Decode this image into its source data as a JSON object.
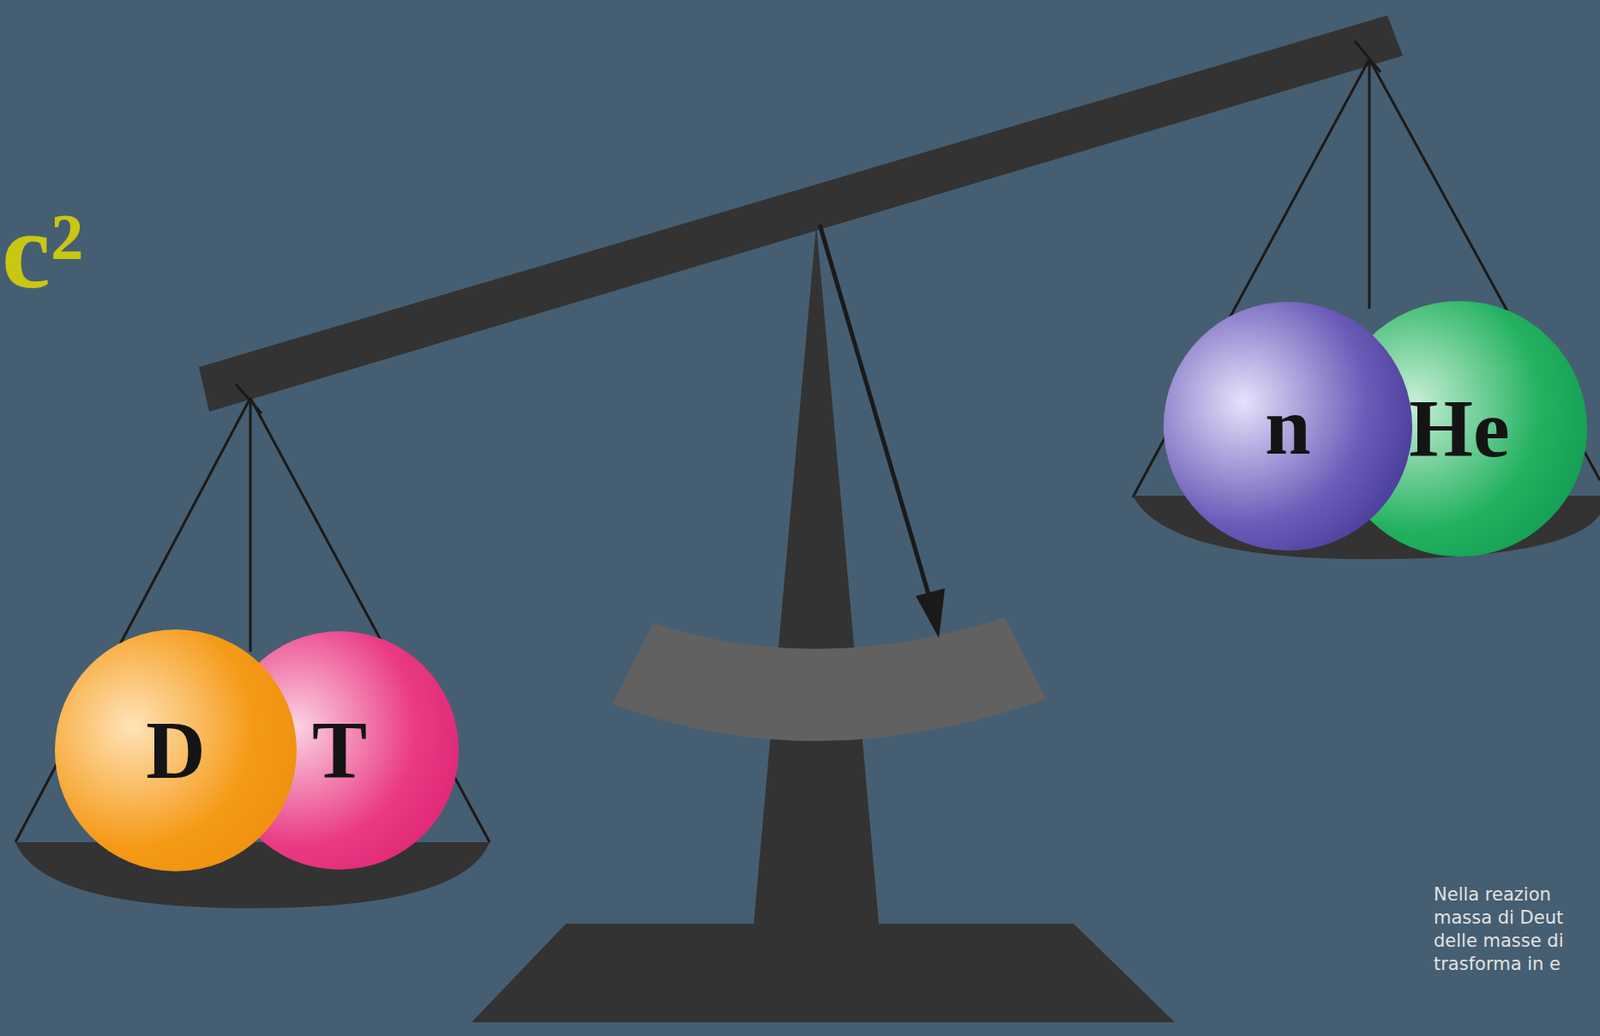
{
  "diagram": {
    "caption": "Nella reazion massa di Deut delle masse di trasforma in e",
    "nodes": [
      {
        "text": [
          "D"
        ]
      },
      {
        "text": [
          "T"
        ]
      },
      {
        "text": [
          "n"
        ]
      },
      {
        "text": [
          "He"
        ]
      }
    ],
    "labels": [
      "c²"
    ]
  }
}
